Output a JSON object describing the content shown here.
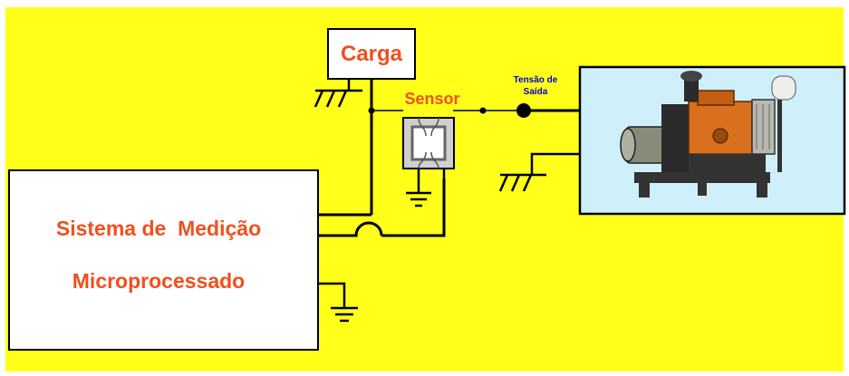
{
  "labels": {
    "carga": "Carga",
    "sensor": "Sensor",
    "tensao_line1": "Tensão de",
    "tensao_line2": "Saída",
    "sistema_line1": "Sistema de  Medição",
    "sistema_line2": "Microprocessado"
  },
  "colors": {
    "background": "#FFFF1A",
    "label_orange": "#F0501E",
    "label_blue": "#0000CC",
    "wire": "#000000",
    "generator_panel": "#CFEFFB",
    "sensor_body": "#CFCFCF"
  },
  "icons": {
    "generator": "diesel-generator-photo",
    "ground": "ground-symbol"
  }
}
